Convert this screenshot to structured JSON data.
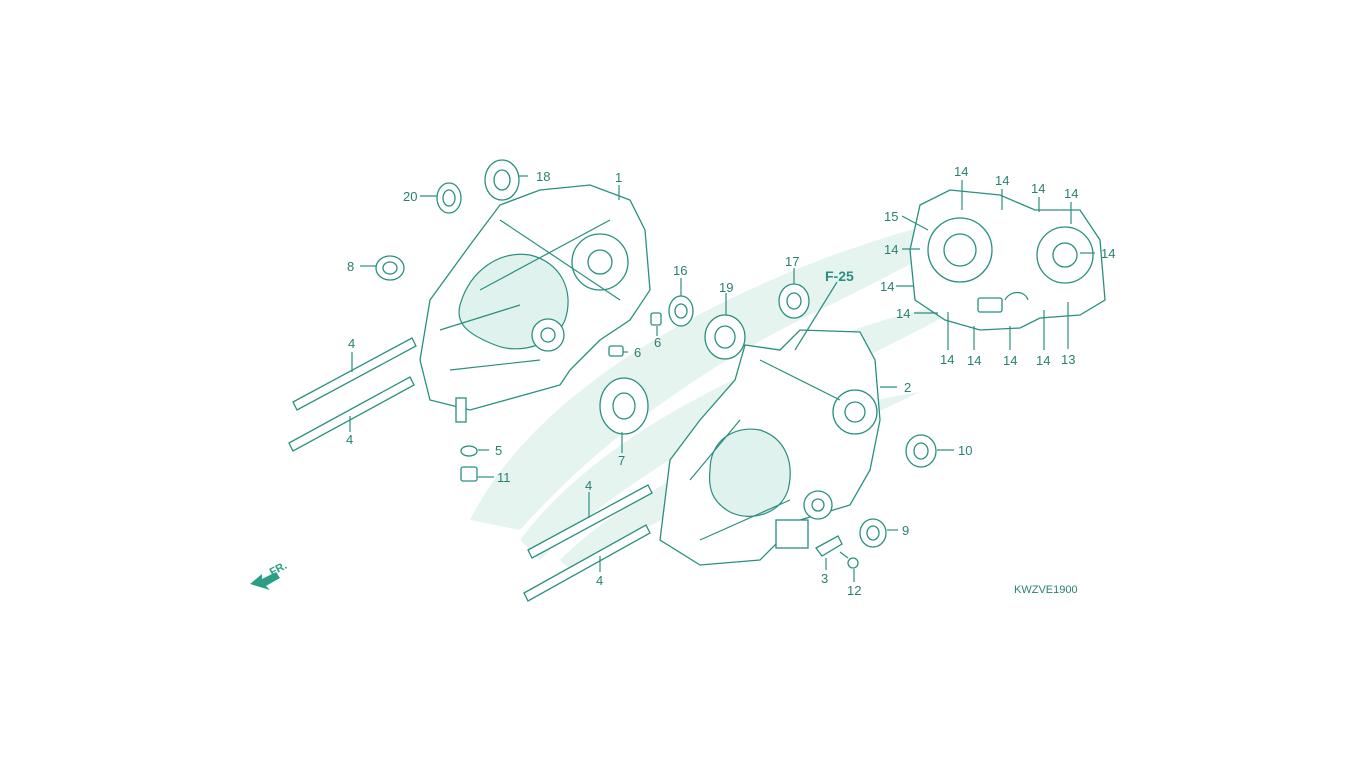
{
  "diagram_code": "KWZVE1900",
  "reference": "F-25",
  "front_arrow_label": "FR.",
  "colors": {
    "line": "#2a8f7f",
    "watermark": "#e5f4ef",
    "background": "#ffffff"
  },
  "callouts": [
    {
      "id": "c1",
      "text": "1"
    },
    {
      "id": "c2",
      "text": "2"
    },
    {
      "id": "c3",
      "text": "3"
    },
    {
      "id": "c4a",
      "text": "4"
    },
    {
      "id": "c4b",
      "text": "4"
    },
    {
      "id": "c4c",
      "text": "4"
    },
    {
      "id": "c4d",
      "text": "4"
    },
    {
      "id": "c5",
      "text": "5"
    },
    {
      "id": "c6a",
      "text": "6"
    },
    {
      "id": "c6b",
      "text": "6"
    },
    {
      "id": "c7",
      "text": "7"
    },
    {
      "id": "c8",
      "text": "8"
    },
    {
      "id": "c9",
      "text": "9"
    },
    {
      "id": "c10",
      "text": "10"
    },
    {
      "id": "c11",
      "text": "11"
    },
    {
      "id": "c12",
      "text": "12"
    },
    {
      "id": "c13",
      "text": "13"
    },
    {
      "id": "c14a",
      "text": "14"
    },
    {
      "id": "c14b",
      "text": "14"
    },
    {
      "id": "c14c",
      "text": "14"
    },
    {
      "id": "c14d",
      "text": "14"
    },
    {
      "id": "c14e",
      "text": "14"
    },
    {
      "id": "c14f",
      "text": "14"
    },
    {
      "id": "c14g",
      "text": "14"
    },
    {
      "id": "c14h",
      "text": "14"
    },
    {
      "id": "c14i",
      "text": "14"
    },
    {
      "id": "c14j",
      "text": "14"
    },
    {
      "id": "c14k",
      "text": "14"
    },
    {
      "id": "c14l",
      "text": "14"
    },
    {
      "id": "c14m",
      "text": "14"
    },
    {
      "id": "c15",
      "text": "15"
    },
    {
      "id": "c16",
      "text": "16"
    },
    {
      "id": "c17",
      "text": "17"
    },
    {
      "id": "c18",
      "text": "18"
    },
    {
      "id": "c19",
      "text": "19"
    },
    {
      "id": "c20",
      "text": "20"
    }
  ]
}
